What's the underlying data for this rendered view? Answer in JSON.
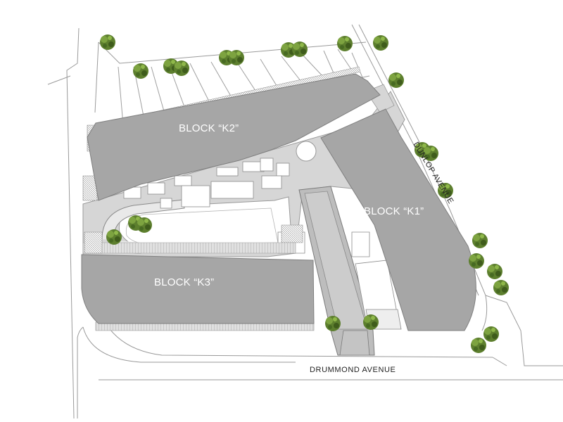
{
  "map": {
    "blocks": {
      "k1": "BLOCK “K1”",
      "k2": "BLOCK “K2”",
      "k3": "BLOCK “K3”"
    },
    "streets": {
      "dunlop": "DUNLOP AVENUE",
      "drummond": "DRUMMOND AVENUE"
    }
  },
  "colors": {
    "building": "#a6a6a6",
    "paving": "#d3d3d3",
    "linework": "#9a9a9a",
    "tree": "#5d7f2e"
  }
}
